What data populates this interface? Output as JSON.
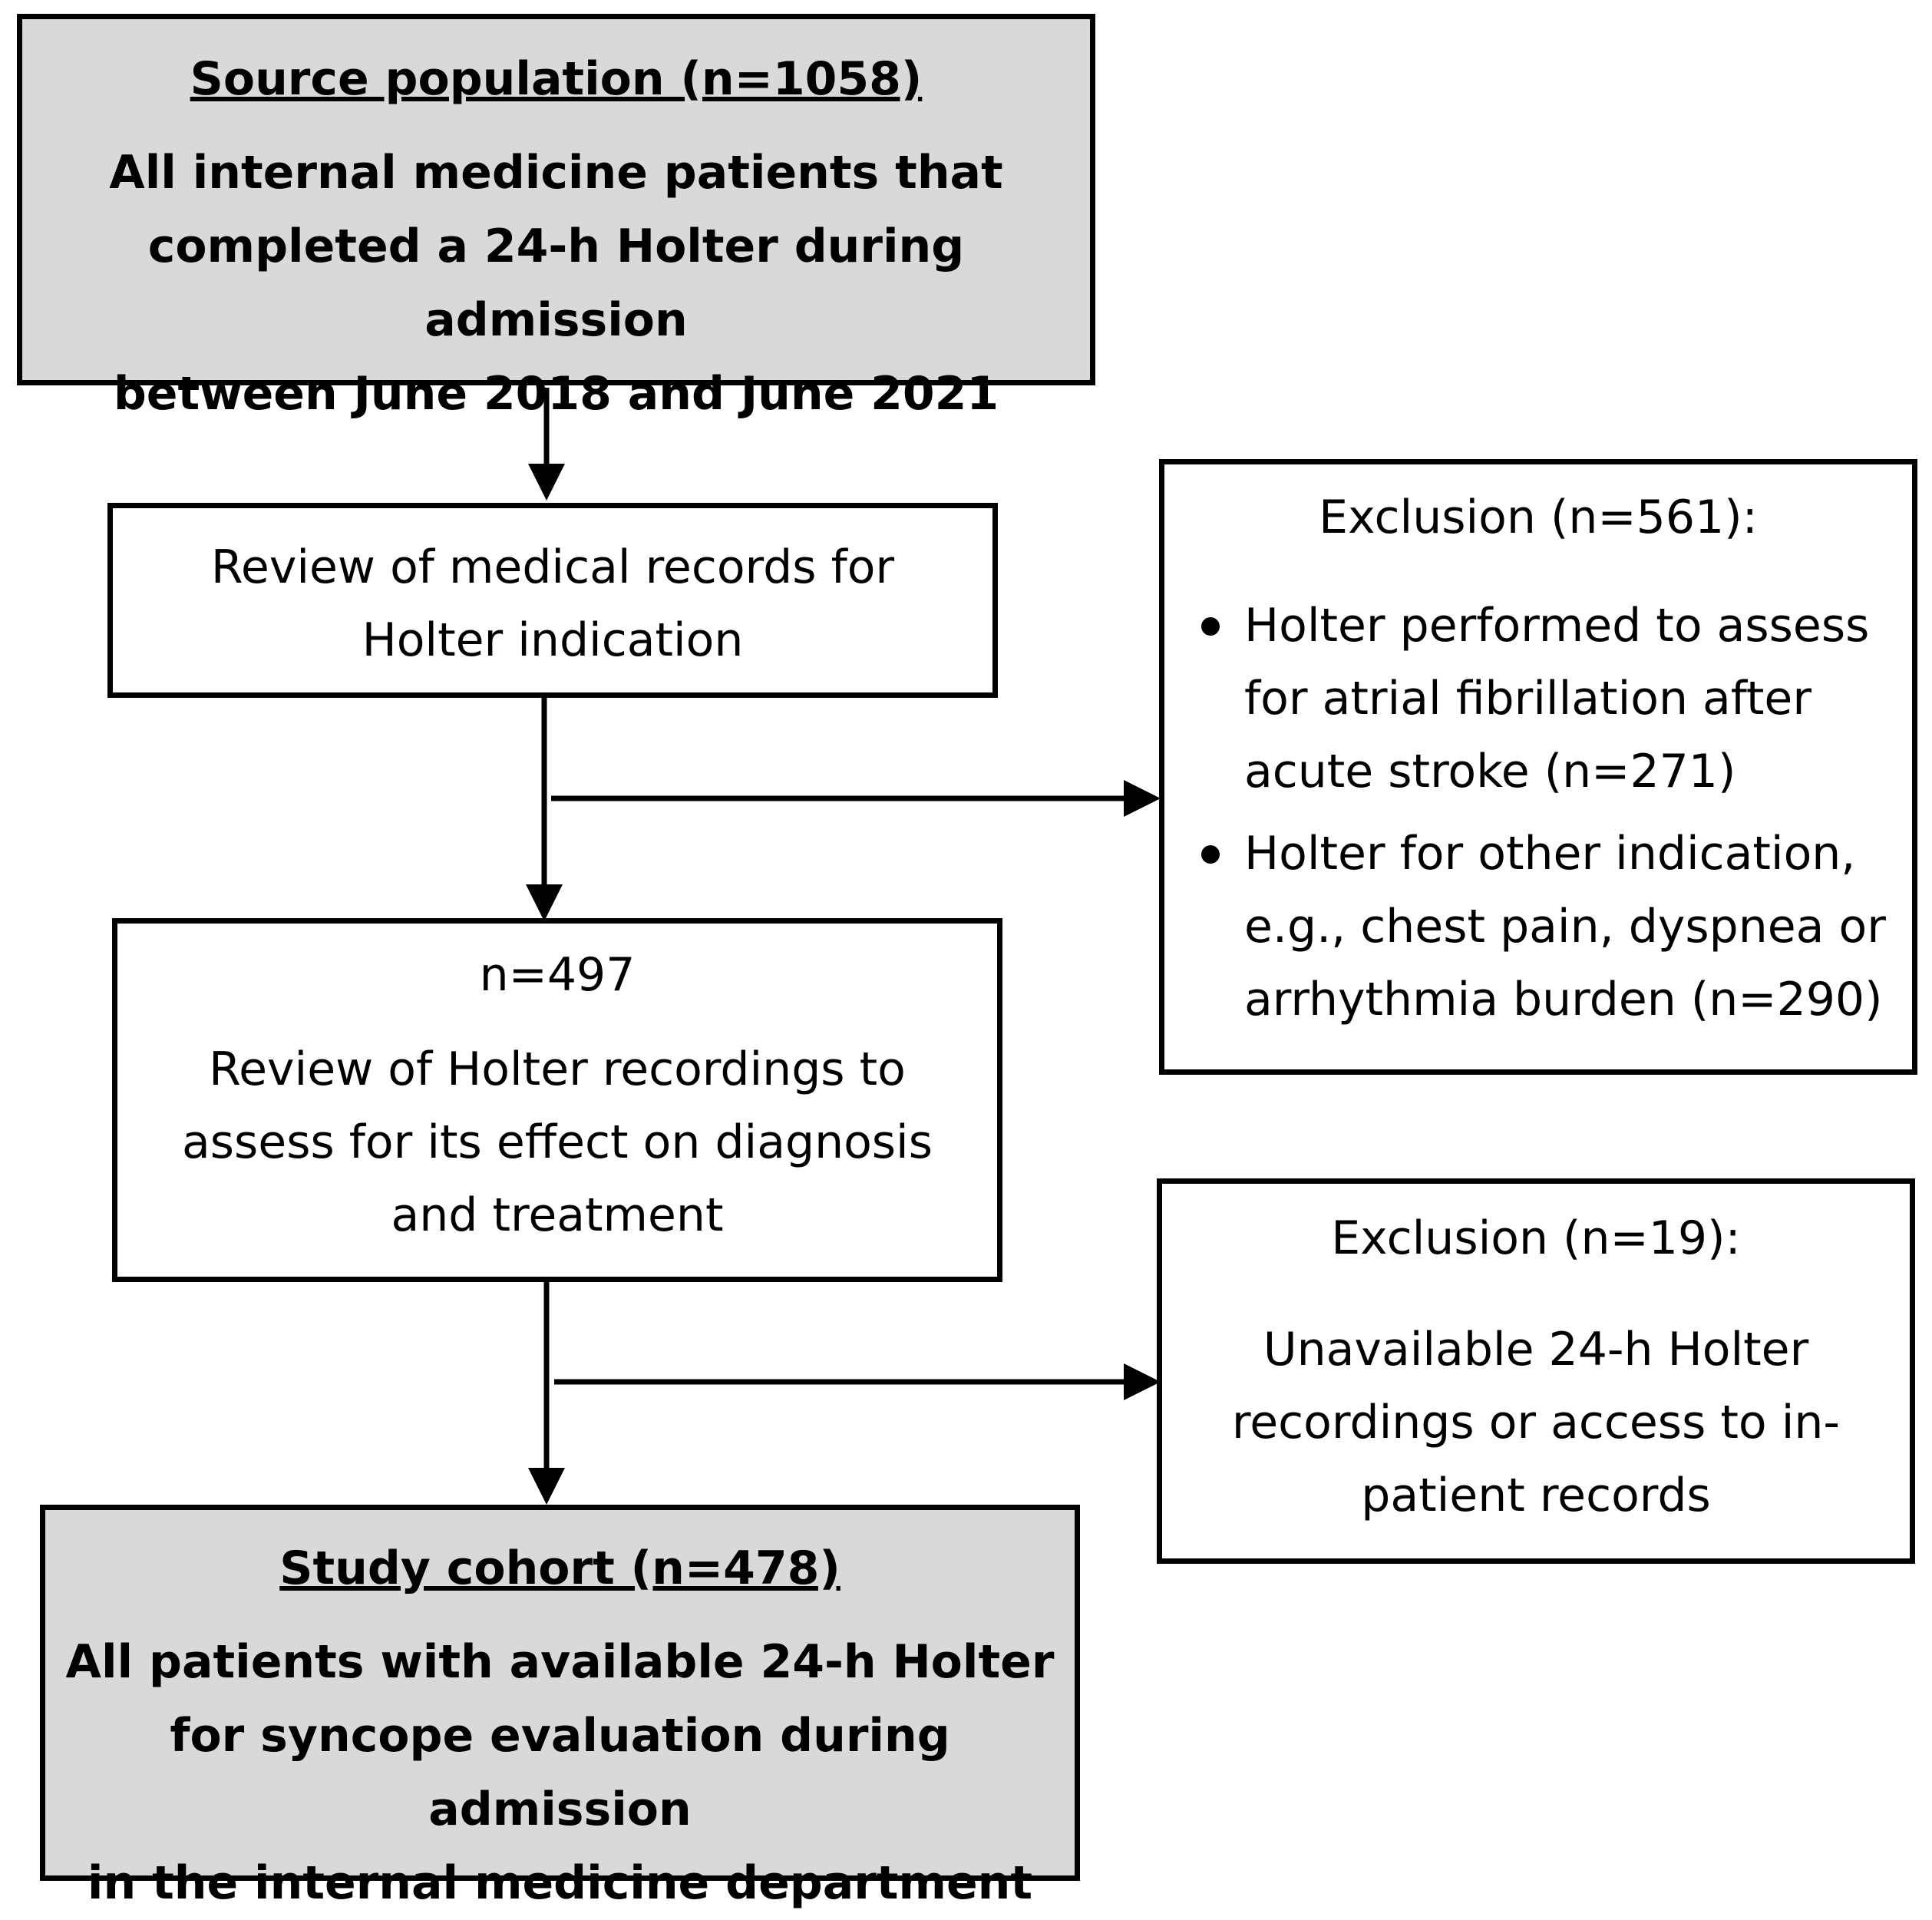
{
  "source": {
    "heading": "Source population (n=1058)",
    "lines": [
      "All internal medicine patients that",
      "completed a 24-h Holter during admission",
      "between June 2018 and June 2021"
    ]
  },
  "review_records": {
    "lines": [
      "Review of medical records for",
      "Holter indication"
    ]
  },
  "exclusion_1": {
    "title": "Exclusion (n=561):",
    "bullets": [
      {
        "lines": [
          "Holter performed to assess",
          "for atrial fibrillation after",
          "acute stroke (n=271)"
        ]
      },
      {
        "lines": [
          "Holter for other indication,",
          "e.g., chest pain, dyspnea or",
          "arrhythmia burden (n=290)"
        ]
      }
    ]
  },
  "review_holter": {
    "count": "n=497",
    "lines": [
      "Review of Holter recordings to",
      "assess for its effect on diagnosis",
      "and treatment"
    ]
  },
  "exclusion_2": {
    "title": "Exclusion (n=19):",
    "lines": [
      "Unavailable 24-h Holter",
      "recordings or access to in-",
      "patient records"
    ]
  },
  "cohort": {
    "heading": "Study cohort (n=478)",
    "lines": [
      "All patients with available 24-h Holter",
      "for syncope evaluation during admission",
      "in the internal medicine department"
    ]
  }
}
